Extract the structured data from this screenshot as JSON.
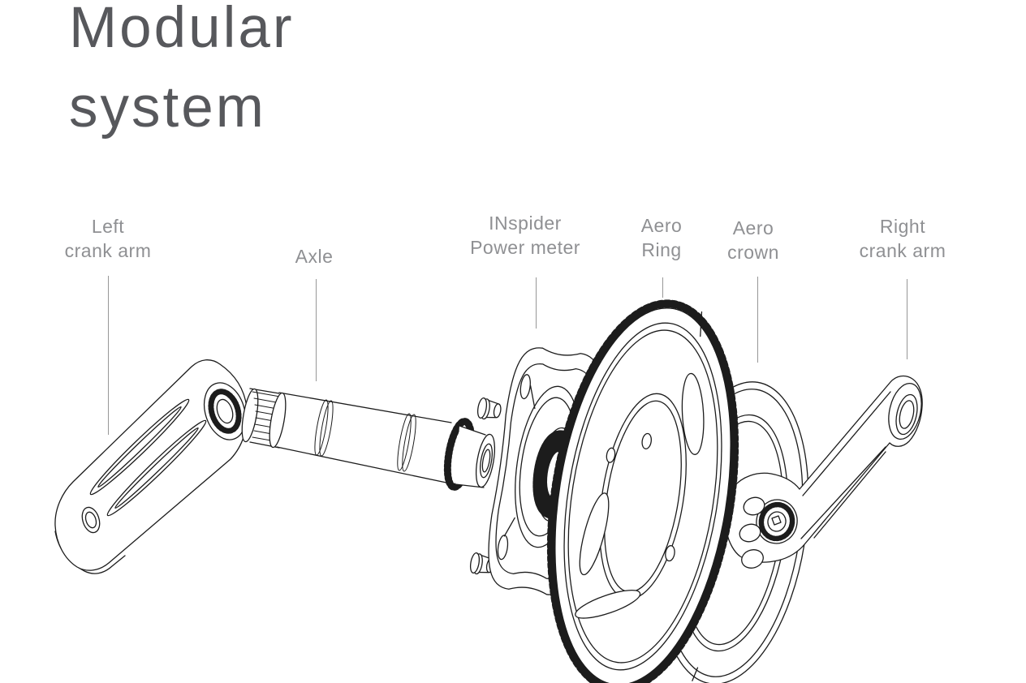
{
  "title": {
    "line1": "Modular",
    "line2": "system"
  },
  "labels": [
    {
      "id": "left-crank-arm",
      "line1": "Left",
      "line2": "crank arm"
    },
    {
      "id": "axle",
      "line1": "Axle",
      "line2": ""
    },
    {
      "id": "inspider-power-meter",
      "line1": "INspider",
      "line2": "Power meter"
    },
    {
      "id": "aero-ring",
      "line1": "Aero",
      "line2": "Ring"
    },
    {
      "id": "aero-crown",
      "line1": "Aero",
      "line2": "crown"
    },
    {
      "id": "right-crank-arm",
      "line1": "Right",
      "line2": "crank arm"
    }
  ],
  "colors": {
    "line_art": "#1c1c1c",
    "label_text": "#8f9093",
    "title_text": "#57585c",
    "leader_line": "#979797",
    "background": "#ffffff"
  }
}
